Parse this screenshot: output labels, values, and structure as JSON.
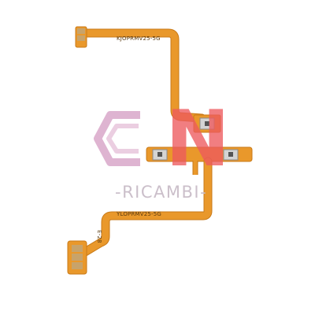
{
  "product": {
    "upper_flex_code": "KJOPRMV25-5G",
    "lower_flex_code": "YLOPRMV25-5G",
    "side_code": "E-28"
  },
  "watermark": {
    "letter": "N",
    "brand_text": "-RICAMBI-",
    "accent_color": "#ee5a5e",
    "logo_color": "#d9a7c9",
    "text_color": "#c9bcc8"
  },
  "colors": {
    "flex_orange": "#e9982b",
    "flex_edge": "#c97a18",
    "connector_gold": "#c8a36a",
    "button_metal": "#c9c9c9",
    "background": "#ffffff"
  }
}
